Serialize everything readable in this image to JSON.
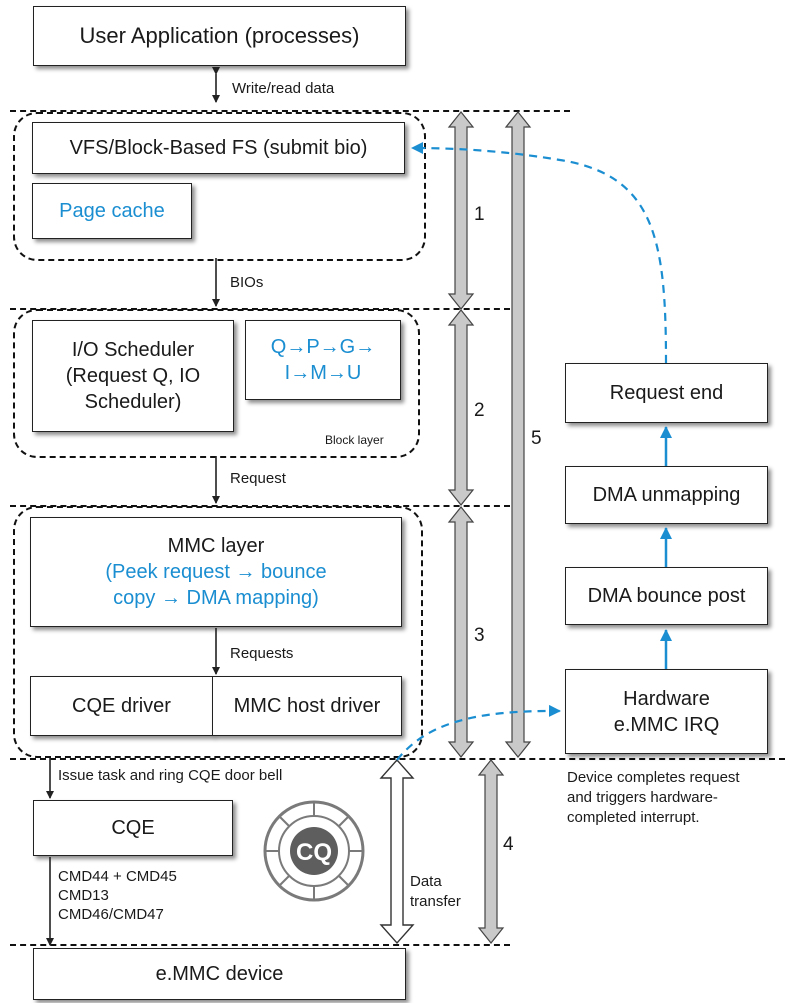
{
  "user_app": "User Application (processes)",
  "write_read_label": "Write/read data",
  "vfs": "VFS/Block-Based FS (submit bio)",
  "page_cache": "Page cache",
  "bios_label": "BIOs",
  "io_scheduler": [
    "I/O Scheduler",
    "(Request Q, IO",
    "Scheduler)"
  ],
  "qpg": [
    "Q→P→G→",
    "I→M→U"
  ],
  "block_layer": "Block layer",
  "request_label": "Request",
  "mmc_layer": "MMC layer",
  "mmc_layer_sub": [
    "(Peek request → bounce",
    "copy → DMA mapping)"
  ],
  "requests_label": "Requests",
  "cqe_driver": "CQE driver",
  "mmc_host_driver": "MMC host driver",
  "issue_task": "Issue task and ring CQE door bell",
  "cqe": "CQE",
  "cq_logo_text": "CQ",
  "cmds": [
    "CMD44 + CMD45",
    "CMD13",
    "CMD46/CMD47"
  ],
  "data_transfer": [
    "Data",
    "transfer"
  ],
  "emmc_device": "e.MMC device",
  "request_end": "Request end",
  "dma_unmapping": "DMA unmapping",
  "dma_bounce_post": "DMA bounce post",
  "hw_irq": [
    "Hardware",
    "e.MMC IRQ"
  ],
  "device_completes": [
    "Device completes request",
    "and triggers hardware-",
    "completed interrupt."
  ],
  "segments": [
    "1",
    "2",
    "3",
    "4",
    "5"
  ],
  "accent_color": "#1a8ed1"
}
